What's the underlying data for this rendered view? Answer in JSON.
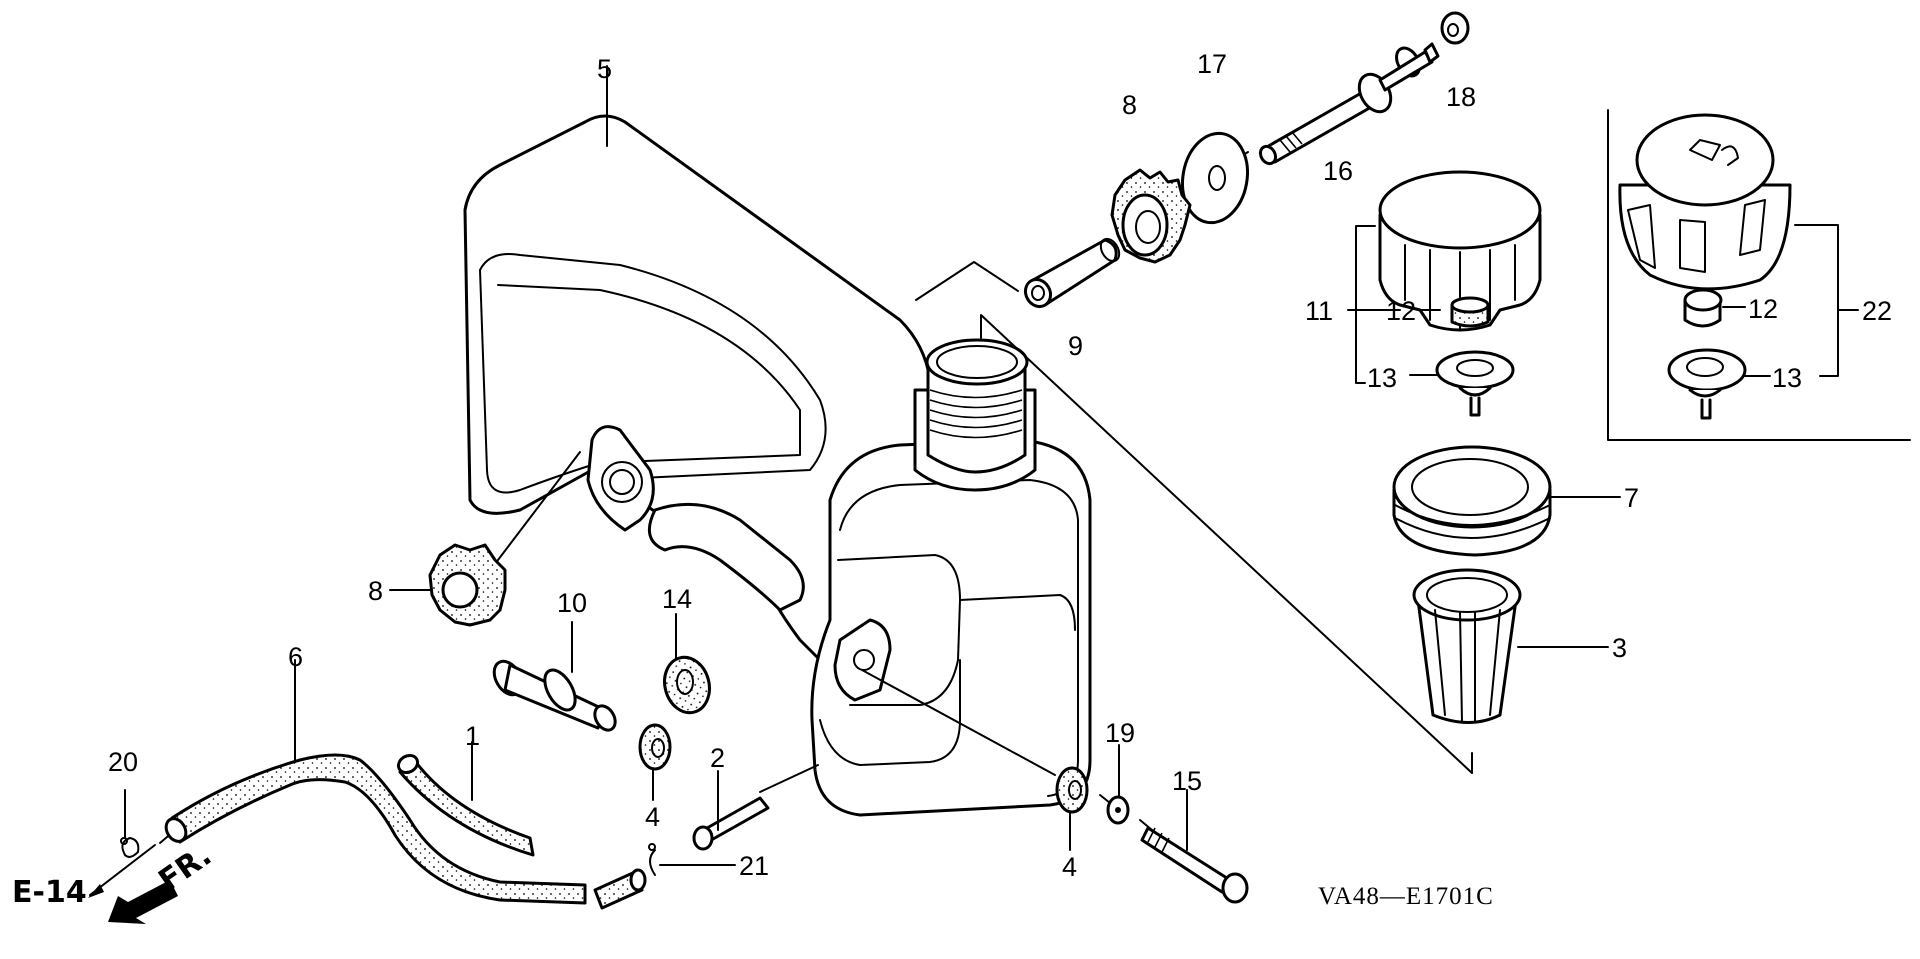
{
  "diagram": {
    "type": "exploded-parts-diagram",
    "subject": "fuel tank assembly",
    "drawing_code": "VA48—E1701C",
    "reference_label": "E-14",
    "direction_label": "FR.",
    "callouts": {
      "p1": "1",
      "p2": "2",
      "p3": "3",
      "p4a": "4",
      "p4b": "4",
      "p5": "5",
      "p6": "6",
      "p7": "7",
      "p8a": "8",
      "p8b": "8",
      "p9": "9",
      "p10": "10",
      "p11": "11",
      "p12a": "12",
      "p12b": "12",
      "p13a": "13",
      "p13b": "13",
      "p14": "14",
      "p15": "15",
      "p16": "16",
      "p17": "17",
      "p18": "18",
      "p19": "19",
      "p20": "20",
      "p21": "21",
      "p22": "22"
    },
    "parts": [
      {
        "ref": "1",
        "part": "fuel tube (short)"
      },
      {
        "ref": "2",
        "part": "bolt"
      },
      {
        "ref": "3",
        "part": "fuel strainer"
      },
      {
        "ref": "4",
        "part": "grommet"
      },
      {
        "ref": "5",
        "part": "fuel tank"
      },
      {
        "ref": "6",
        "part": "fuel tube"
      },
      {
        "ref": "7",
        "part": "filler ring"
      },
      {
        "ref": "8",
        "part": "mount rubber"
      },
      {
        "ref": "9",
        "part": "collar"
      },
      {
        "ref": "10",
        "part": "fuel joint"
      },
      {
        "ref": "11",
        "part": "fuel cap assembly"
      },
      {
        "ref": "12",
        "part": "filter"
      },
      {
        "ref": "13",
        "part": "cap packing"
      },
      {
        "ref": "14",
        "part": "grommet"
      },
      {
        "ref": "15",
        "part": "flange bolt"
      },
      {
        "ref": "16",
        "part": "stud bolt"
      },
      {
        "ref": "17",
        "part": "washer"
      },
      {
        "ref": "18",
        "part": "flange nut"
      },
      {
        "ref": "19",
        "part": "washer"
      },
      {
        "ref": "20",
        "part": "tube clip"
      },
      {
        "ref": "21",
        "part": "tube clip"
      },
      {
        "ref": "22",
        "part": "fuel cap assembly (alt. type)"
      }
    ]
  }
}
